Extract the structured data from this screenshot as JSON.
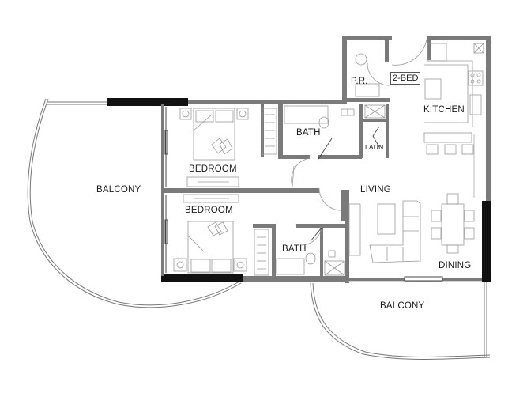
{
  "plan": {
    "title": "2-BED",
    "rooms": {
      "balcony_left": "BALCONY",
      "bedroom_1": "BEDROOM",
      "bedroom_2": "BEDROOM",
      "bath_1": "BATH",
      "bath_2": "BATH",
      "powder_room": "P.R.",
      "laundry": "LAUN.",
      "kitchen": "KITCHEN",
      "living": "LIVING",
      "dining": "DINING",
      "balcony_bottom": "BALCONY"
    },
    "colors": {
      "wall": "#7a7a7a",
      "wall_dark": "#111111",
      "furniture": "#9a9a9a",
      "background": "#ffffff"
    }
  }
}
